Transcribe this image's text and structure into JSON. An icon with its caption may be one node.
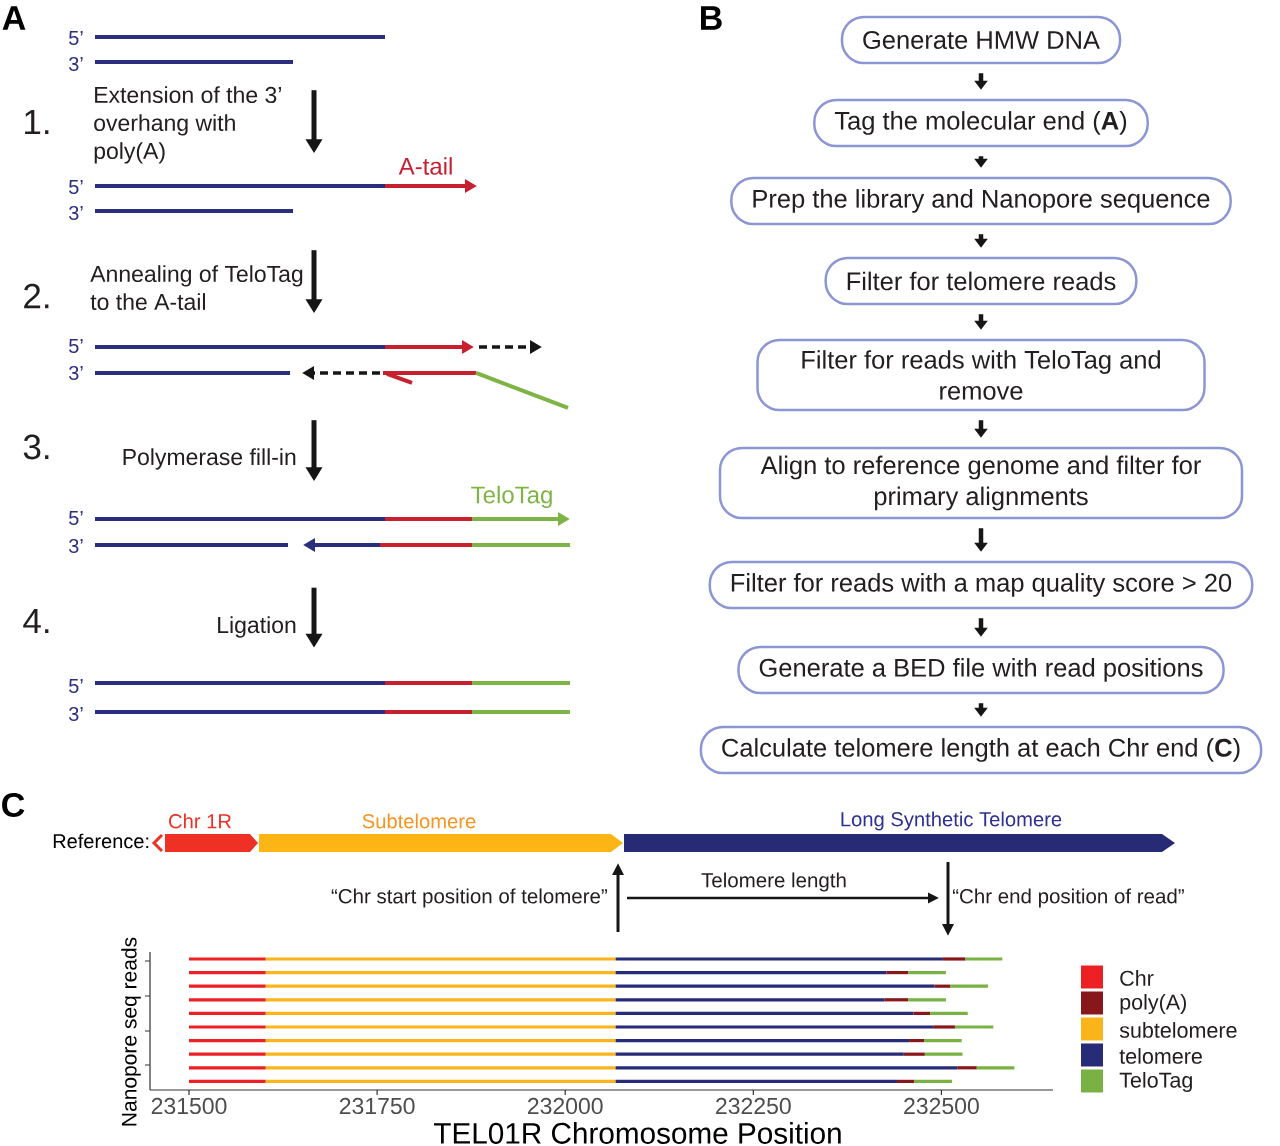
{
  "diagram": {
    "nodes": [
      {
        "text": [],
        "shape": "picture",
        "beside": [
          "5’",
          "3’"
        ]
      },
      {
        "text": [],
        "shape": "picture",
        "beside": [
          "A-tail",
          "5’",
          "3’"
        ]
      },
      {
        "text": [],
        "shape": "picture",
        "beside": [
          "5’",
          "3’"
        ]
      },
      {
        "text": [],
        "shape": "picture",
        "beside": [
          "TeloTag",
          "5’",
          "3’"
        ]
      },
      {
        "text": [],
        "shape": "picture",
        "beside": [
          "5’",
          "3’"
        ]
      },
      {
        "text": [
          "Generate HMW DNA"
        ]
      },
      {
        "text": [
          "Tag the molecular end (**A**)"
        ]
      },
      {
        "text": [
          "Prep the library and Nanopore sequence"
        ]
      },
      {
        "text": [
          "Filter for telomere reads"
        ]
      },
      {
        "text": [
          "Filter for reads with TeloTag and remove"
        ]
      },
      {
        "text": [
          "Align to reference genome and filter for primary alignments"
        ]
      },
      {
        "text": [
          "Filter for reads with a map quality score > 20"
        ]
      },
      {
        "text": [
          "Generate a BED file with read positions"
        ]
      },
      {
        "text": [
          "Calculate telomere length at each Chr end (**C**)"
        ]
      },
      {
        "text": [
          "Chr 1R"
        ]
      },
      {
        "text": [
          "Subtelomere"
        ]
      },
      {
        "text": [
          "Long Synthetic Telomere"
        ]
      }
    ],
    "edges": [
      {
        "from": 0,
        "to": 1,
        "arrow": "to",
        "label": "Extension of the 3’ overhang with poly(A)"
      },
      {
        "from": 1,
        "to": 2,
        "arrow": "to",
        "label": "Annealing of TeloTag to the A-tail"
      },
      {
        "from": 2,
        "to": 3,
        "arrow": "to",
        "label": "Polymerase fill-in"
      },
      {
        "from": 3,
        "to": 4,
        "arrow": "to",
        "label": "Ligation"
      },
      {
        "from": 5,
        "to": 6,
        "arrow": "to"
      },
      {
        "from": 6,
        "to": 7,
        "arrow": "to"
      },
      {
        "from": 7,
        "to": 8,
        "arrow": "to"
      },
      {
        "from": 8,
        "to": 9,
        "arrow": "to"
      },
      {
        "from": 9,
        "to": 10,
        "arrow": "to"
      },
      {
        "from": 10,
        "to": 11,
        "arrow": "to"
      },
      {
        "from": 11,
        "to": 12,
        "arrow": "to"
      },
      {
        "from": 12,
        "to": 13,
        "arrow": "to"
      }
    ],
    "labels": [
      "A",
      "B",
      "1.",
      "2.",
      "3.",
      "4.",
      "C",
      "Reference:",
      "“Chr start position of telomere”",
      "Telomere length",
      "“Chr end position of read”",
      "Nanopore seq reads",
      "231500",
      "231750",
      "232000",
      "232250",
      "232500",
      "TEL01R Chromosome Position"
    ],
    "legend": [
      {
        "text": "Chr",
        "color": "#ed2124"
      },
      {
        "text": "poly(A)",
        "color": "#87171a"
      },
      {
        "text": "subtelomere",
        "color": "#fbb41a"
      },
      {
        "text": "telomere",
        "color": "#272b78"
      },
      {
        "text": "TeloTag",
        "color": "#79b243"
      }
    ]
  }
}
